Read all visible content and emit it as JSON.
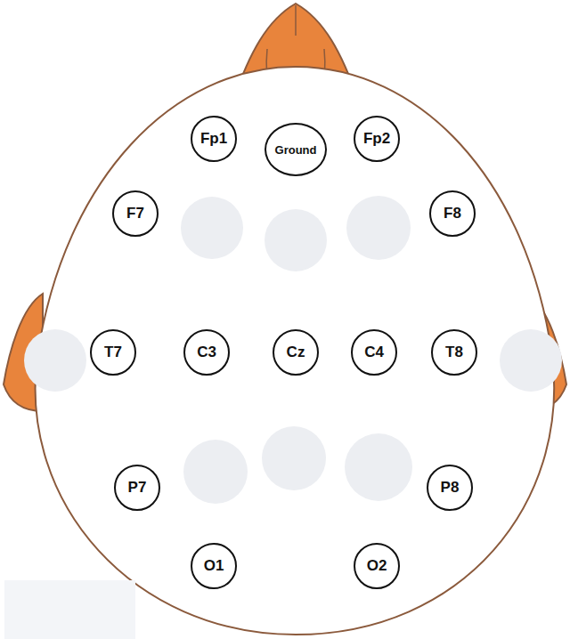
{
  "diagram": {
    "nodes": [
      {
        "text": [
          "Fp1"
        ]
      },
      {
        "text": [
          "Ground"
        ]
      },
      {
        "text": [
          "Fp2"
        ]
      },
      {
        "text": [
          "F7"
        ]
      },
      {
        "text": [
          "F8"
        ]
      },
      {
        "text": [
          "T7"
        ]
      },
      {
        "text": [
          "C3"
        ]
      },
      {
        "text": [
          "Cz"
        ]
      },
      {
        "text": [
          "C4"
        ]
      },
      {
        "text": [
          "T8"
        ]
      },
      {
        "text": [
          "P7"
        ]
      },
      {
        "text": [
          "P8"
        ]
      },
      {
        "text": [
          "O1"
        ]
      },
      {
        "text": [
          "O2"
        ]
      }
    ]
  }
}
